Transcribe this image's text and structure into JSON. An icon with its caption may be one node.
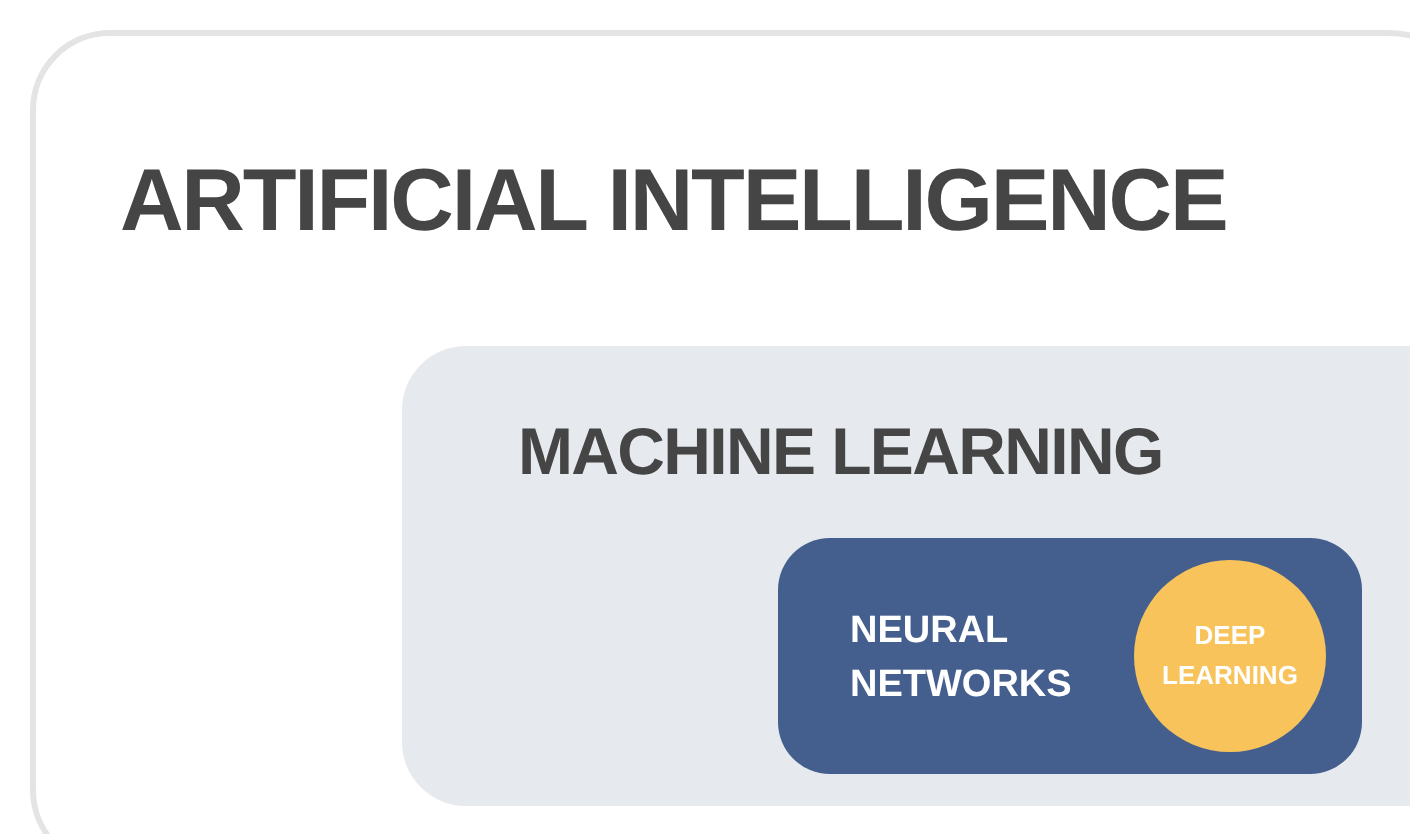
{
  "diagram": {
    "nodes": [
      {
        "text": [
          "ARTIFICIAL INTELLIGENCE"
        ]
      },
      {
        "text": [
          "MACHINE LEARNING"
        ],
        "in": 0
      },
      {
        "text": [
          "NEURAL NETWORKS"
        ],
        "in": 1
      },
      {
        "text": [
          "DEEP LEARNING"
        ],
        "in": 2
      }
    ]
  }
}
